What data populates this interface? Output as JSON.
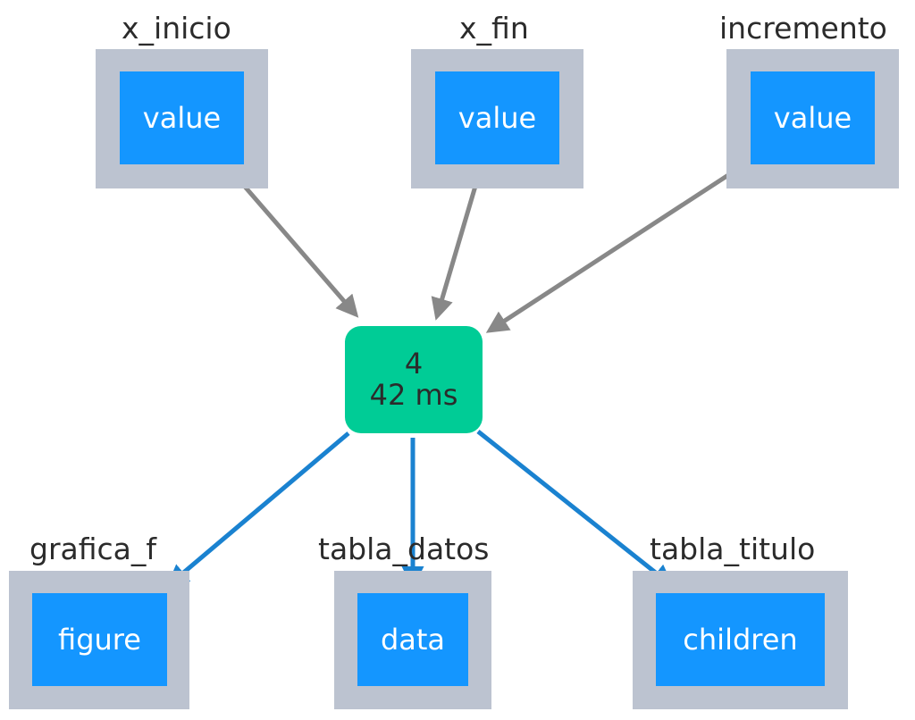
{
  "inputs": [
    {
      "title": "x_inicio",
      "prop": "value"
    },
    {
      "title": "x_fin",
      "prop": "value"
    },
    {
      "title": "incremento",
      "prop": "value"
    }
  ],
  "callback": {
    "count": "4",
    "duration": "42 ms",
    "color": "#00cc96"
  },
  "outputs": [
    {
      "title": "grafica_f",
      "prop": "figure"
    },
    {
      "title": "tabla_datos",
      "prop": "data"
    },
    {
      "title": "tabla_titulo",
      "prop": "children"
    }
  ],
  "colors": {
    "input_edge": "#888888",
    "output_edge": "#1a82d0",
    "node_border": "#bcc3d0",
    "prop_fill": "#1496ff"
  }
}
